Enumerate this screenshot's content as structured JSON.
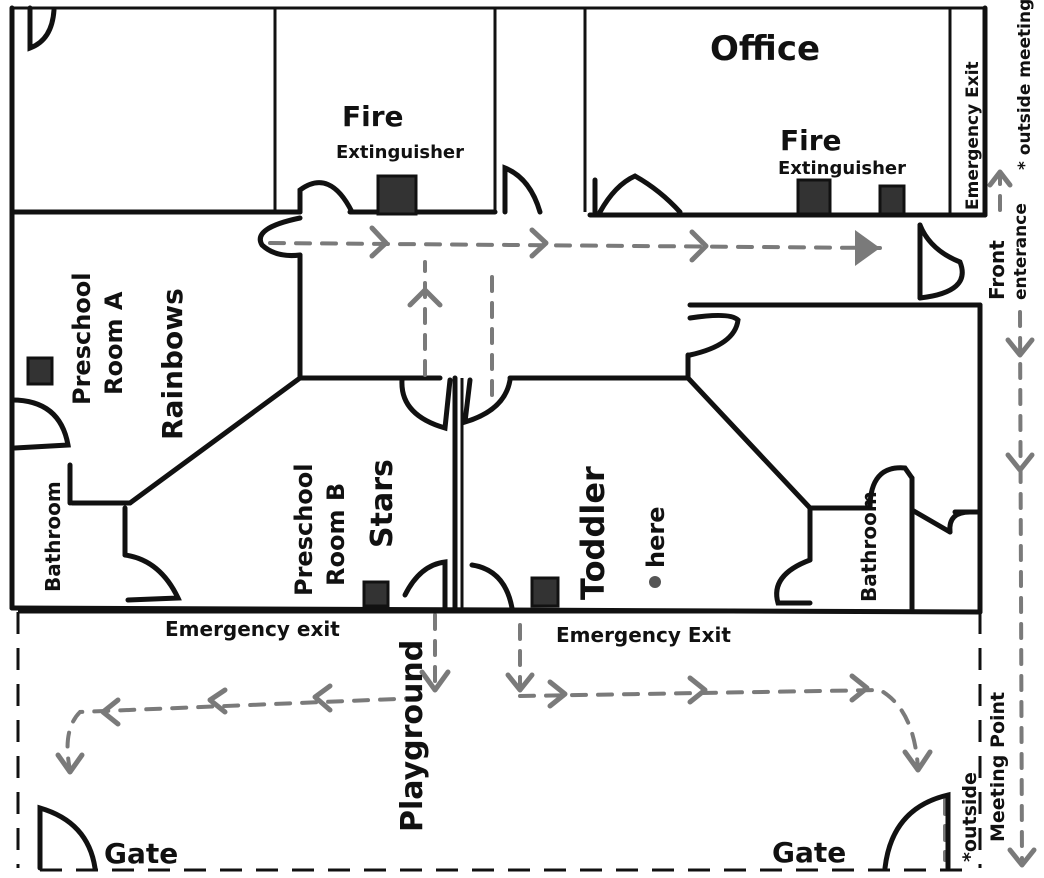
{
  "rooms": {
    "office": "Office",
    "preschool_a_line1": "Preschool",
    "preschool_a_line2": "Room A",
    "rainbows": "Rainbows",
    "preschool_b_line1": "Preschool",
    "preschool_b_line2": "Room B",
    "stars": "Stars",
    "toddler": "Toddler",
    "bathroom_left": "Bathroom",
    "bathroom_right": "Bathroom",
    "playground": "Playground"
  },
  "labels": {
    "fire_ext_1_line1": "Fire",
    "fire_ext_1_line2": "Extinguisher",
    "fire_ext_2_line1": "Fire",
    "fire_ext_2_line2": "Extinguisher",
    "emergency_exit_top_right": "Emergency Exit",
    "outside_meeting_top": "* outside meeting",
    "front_entrance_line1": "Front",
    "front_entrance_line2": "enterance",
    "emergency_exit_left": "Emergency exit",
    "emergency_exit_right": "Emergency Exit",
    "here": "here",
    "gate_left": "Gate",
    "gate_right": "Gate",
    "outside_meeting_bottom_line1": "*outside",
    "outside_meeting_bottom_line2": "Meeting Point"
  },
  "colors": {
    "wall": "#111111",
    "route": "#7a7a7a",
    "extinguisher": "#333333"
  }
}
